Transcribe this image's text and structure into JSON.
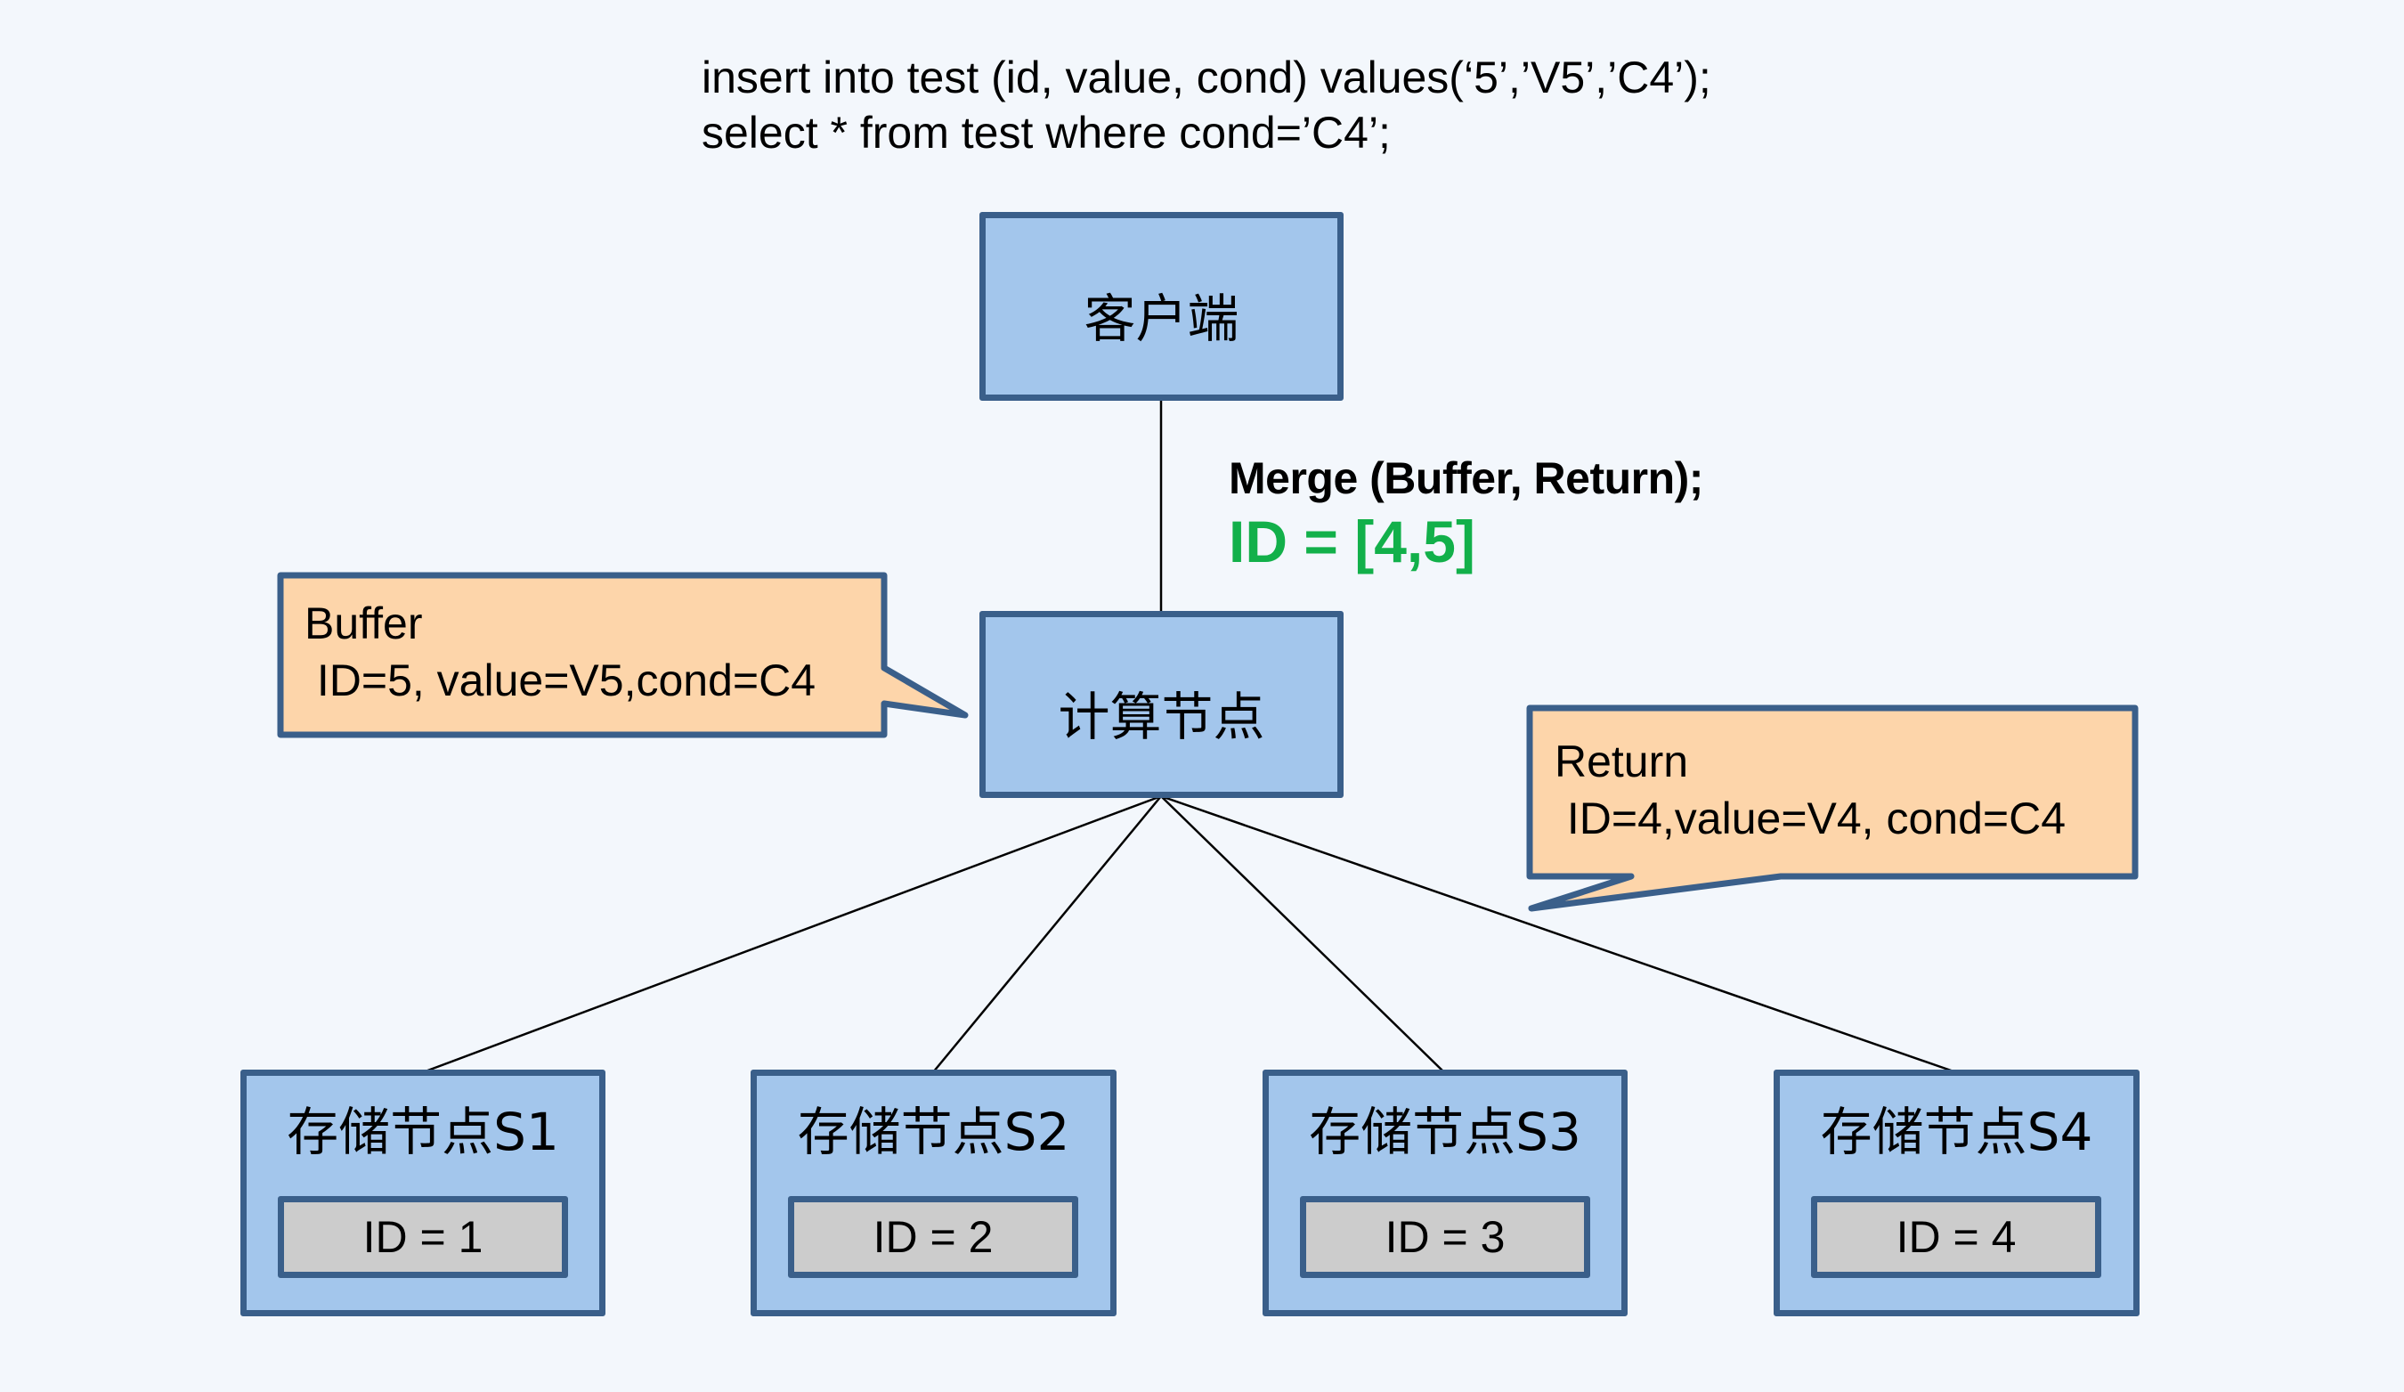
{
  "sql": {
    "line1": "insert into test (id, value, cond) values(‘5’,’V5’,’C4’);",
    "line2": "select * from test where cond=’C4’;"
  },
  "client": {
    "label": "客户端"
  },
  "compute": {
    "label": "计算节点"
  },
  "merge": {
    "label": "Merge (Buffer, Return);",
    "result": "ID = [4,5]",
    "result_color": "#12b04a"
  },
  "buffer_callout": {
    "title": "Buffer",
    "detail": " ID=5, value=V5,cond=C4"
  },
  "return_callout": {
    "title": "Return",
    "detail": " ID=4,value=V4, cond=C4"
  },
  "storage_nodes": [
    {
      "label": "存储节点S1",
      "id_label": "ID = 1"
    },
    {
      "label": "存储节点S2",
      "id_label": "ID = 2"
    },
    {
      "label": "存储节点S3",
      "id_label": "ID = 3"
    },
    {
      "label": "存储节点S4",
      "id_label": "ID = 4"
    }
  ],
  "colors": {
    "background": "#f3f7fc",
    "node_fill": "#a3c6ec",
    "node_border": "#3a5f8a",
    "callout_fill": "#fdd5aa",
    "id_box_fill": "#cccccc"
  }
}
